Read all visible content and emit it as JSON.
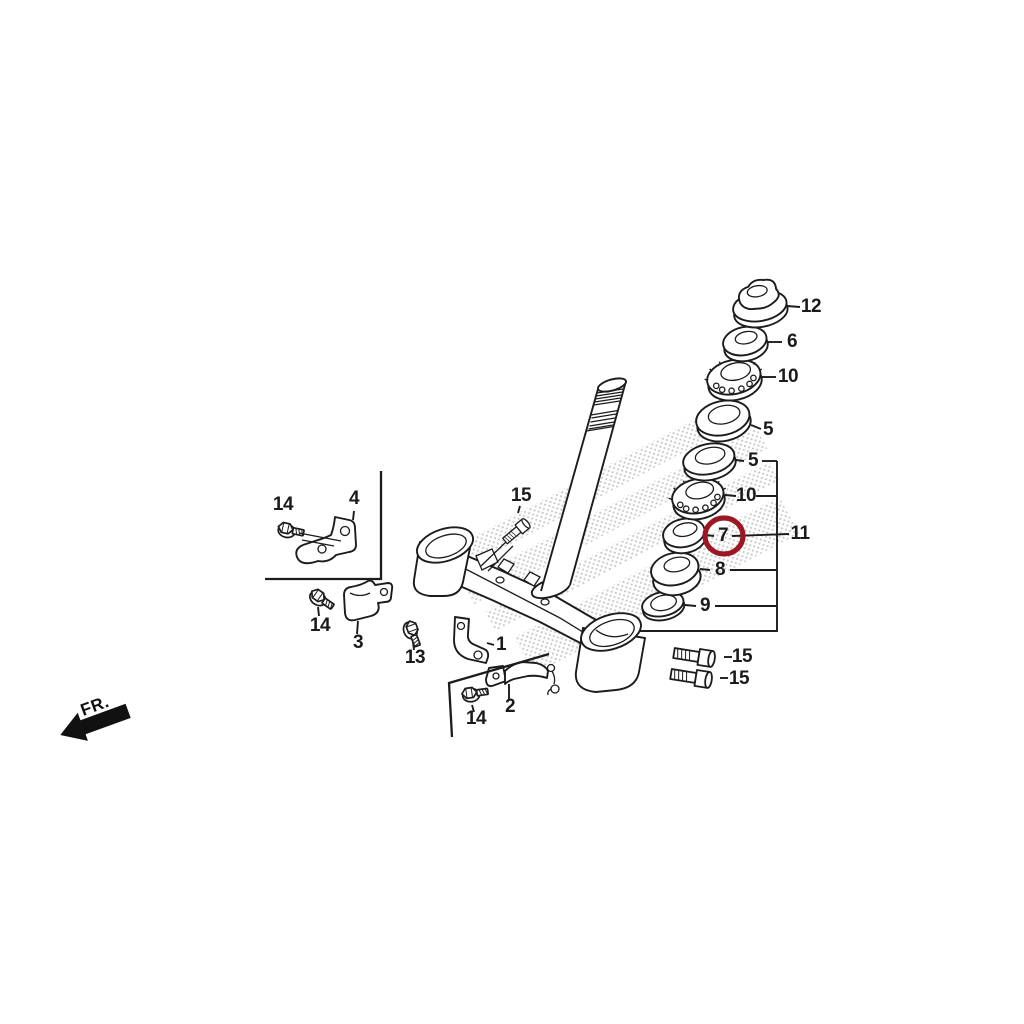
{
  "diagram": {
    "type": "exploded-parts-diagram",
    "subject": "steering-stem-assembly",
    "fr_label": "FR.",
    "line_color": "#1c1c1c",
    "halftone_color": "#cbcbcb",
    "highlight": {
      "ref": "7",
      "color": "#9b1722"
    },
    "callouts": [
      {
        "ref": "12"
      },
      {
        "ref": "6"
      },
      {
        "ref": "10"
      },
      {
        "ref": "5"
      },
      {
        "ref": "5"
      },
      {
        "ref": "10"
      },
      {
        "ref": "7"
      },
      {
        "ref": "11"
      },
      {
        "ref": "8"
      },
      {
        "ref": "9"
      },
      {
        "ref": "15"
      },
      {
        "ref": "15"
      },
      {
        "ref": "15"
      },
      {
        "ref": "1"
      },
      {
        "ref": "13"
      },
      {
        "ref": "3"
      },
      {
        "ref": "14"
      },
      {
        "ref": "14"
      },
      {
        "ref": "14"
      },
      {
        "ref": "4"
      },
      {
        "ref": "2"
      }
    ]
  }
}
